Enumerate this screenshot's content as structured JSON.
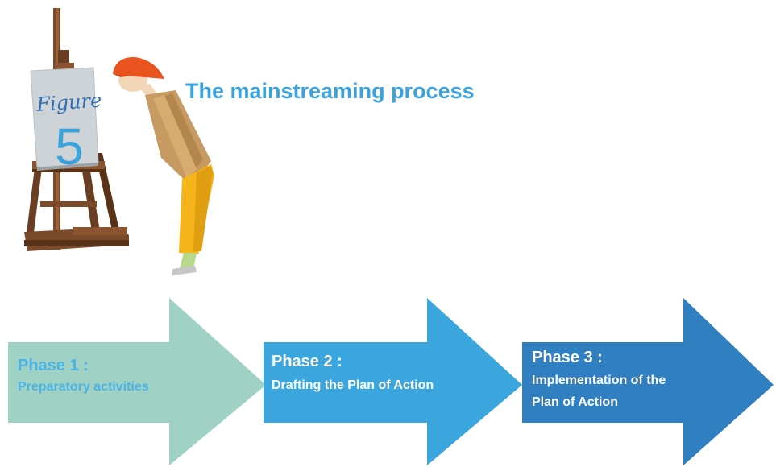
{
  "header": {
    "figure_word": "Figure",
    "figure_number": "5",
    "title": "The mainstreaming process"
  },
  "phases": [
    {
      "title": "Phase 1 :",
      "description": "Preparatory activities",
      "color": "#9fd2c4"
    },
    {
      "title": "Phase 2 :",
      "description": "Drafting the Plan of Action",
      "color": "#3ba5dd"
    },
    {
      "title": "Phase 3 :",
      "description_lines": [
        "Implementation of the",
        "Plan of Action"
      ],
      "color": "#2f7fc1"
    }
  ],
  "colors": {
    "title": "#3ba3dc",
    "phase1_text": "#4cb3e6",
    "easel_wood": "#7a4a2a",
    "canvas": "#cdd3d6",
    "hat": "#e8531f",
    "jacket": "#c79a62",
    "trousers": "#f4b41a"
  },
  "icons": [
    "easel-icon",
    "person-looking-icon"
  ]
}
